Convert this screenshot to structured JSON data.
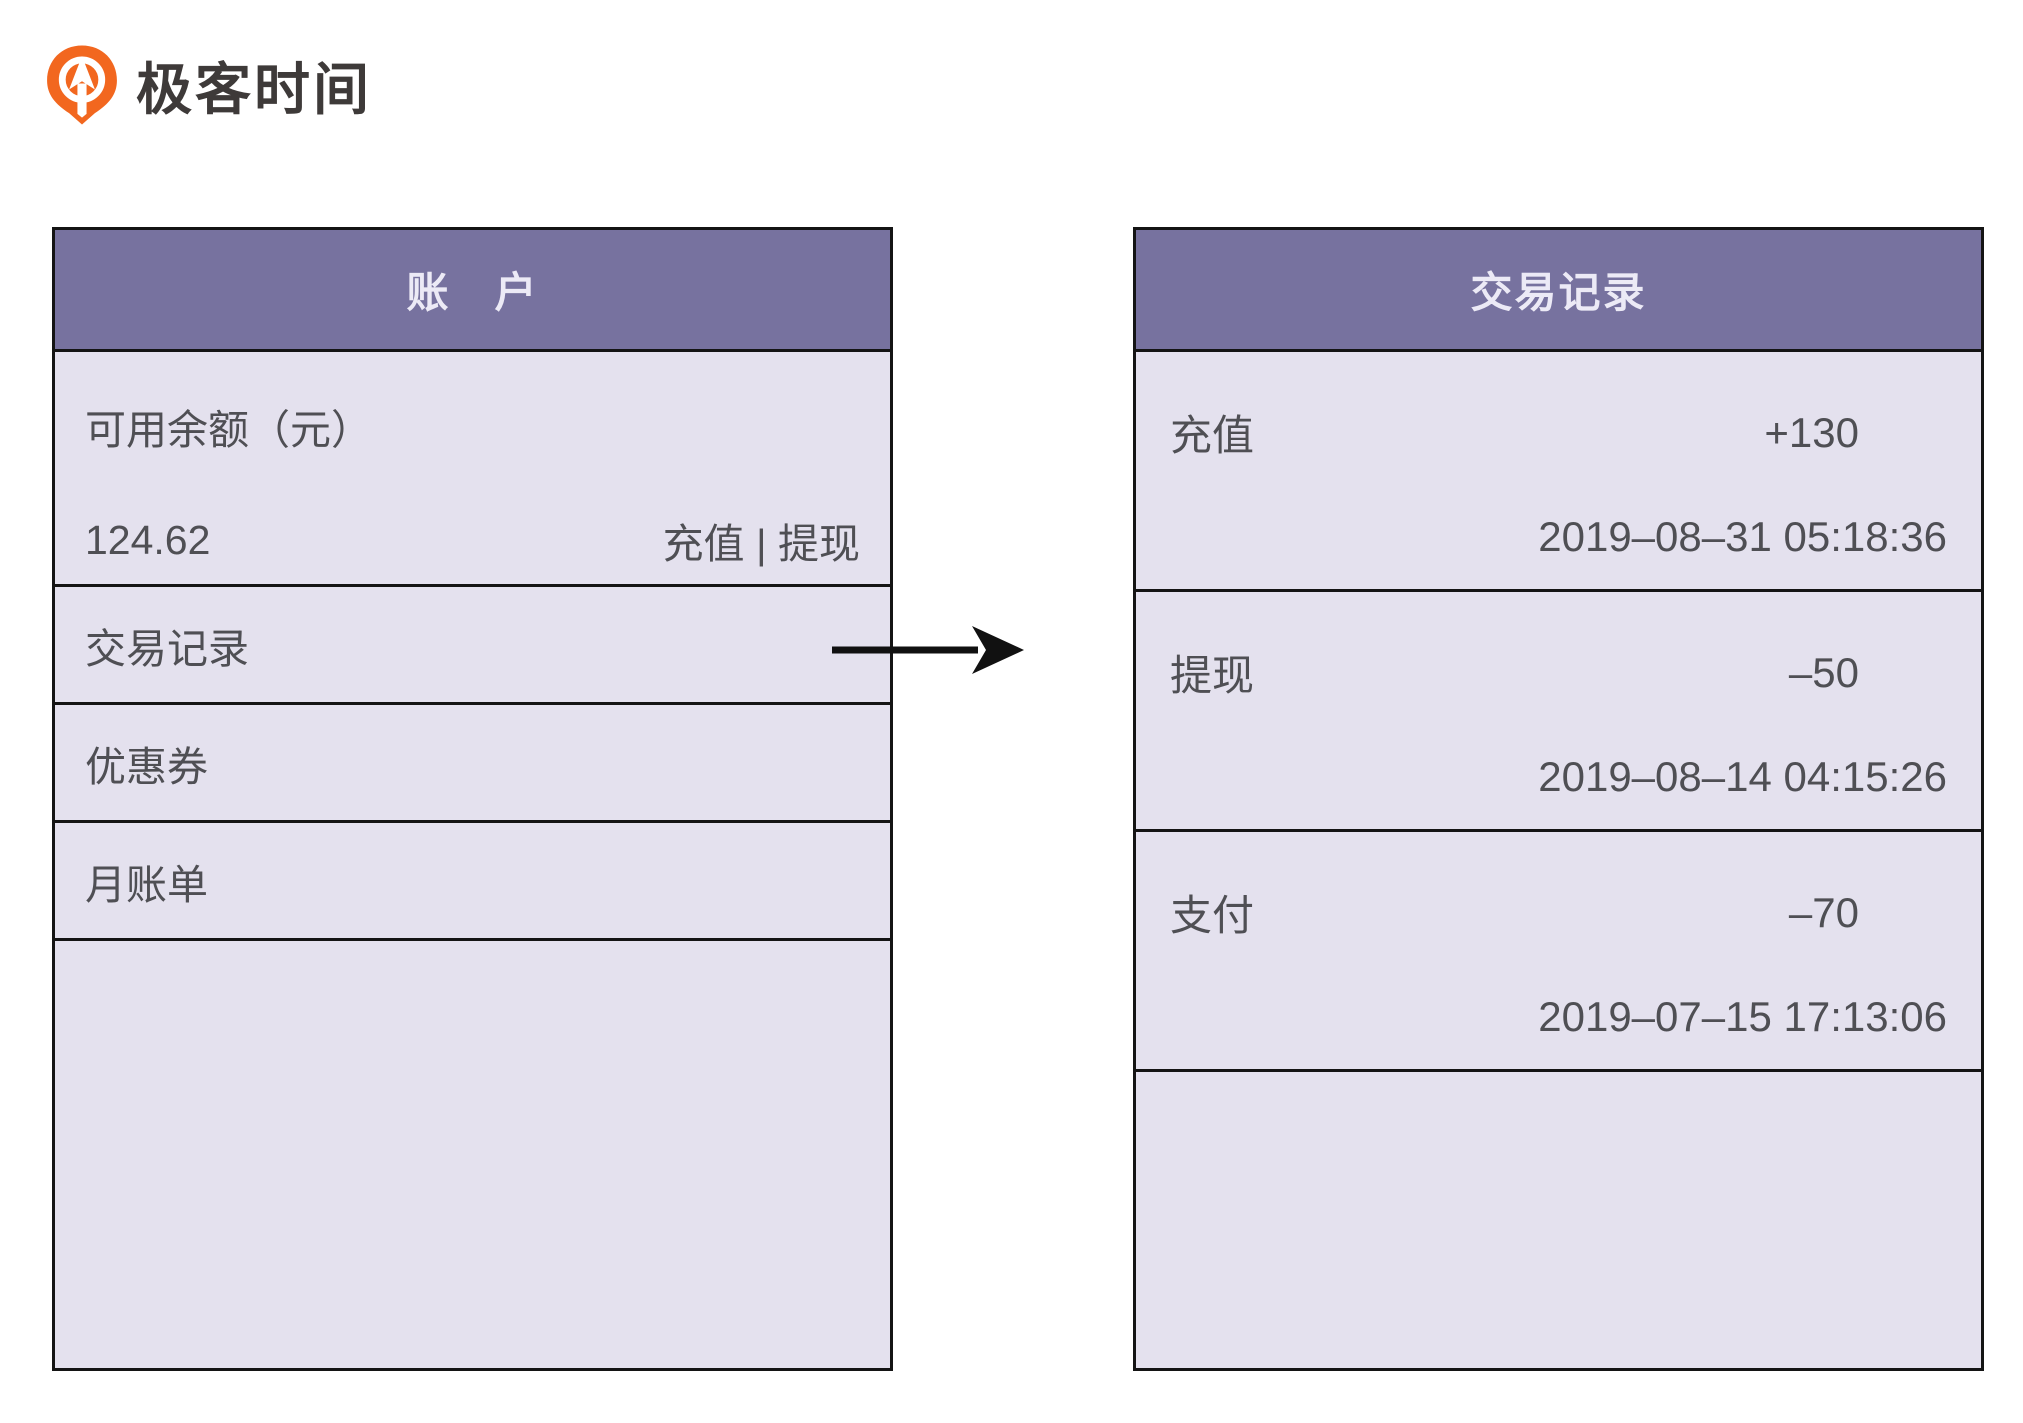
{
  "brand": {
    "name": "极客时间"
  },
  "colors": {
    "header_bg": "#77729f",
    "cell_bg": "#e4e1ee",
    "border": "#141414",
    "text": "#4f4f54",
    "header_text": "#eceaf6",
    "logo_orange": "#f2671f",
    "logo_text": "#3e3a39"
  },
  "account_panel": {
    "title": "账　户",
    "balance_label": "可用余额（元）",
    "balance_value": "124.62",
    "balance_actions": "充值 | 提现",
    "menu_items": [
      "交易记录",
      "优惠券",
      "月账单"
    ]
  },
  "transactions_panel": {
    "title": "交易记录",
    "items": [
      {
        "label": "充值",
        "amount": "+130",
        "datetime": "2019–08–31 05:18:36"
      },
      {
        "label": "提现",
        "amount": "–50",
        "datetime": "2019–08–14 04:15:26"
      },
      {
        "label": "支付",
        "amount": "–70",
        "datetime": "2019–07–15 17:13:06"
      }
    ]
  }
}
